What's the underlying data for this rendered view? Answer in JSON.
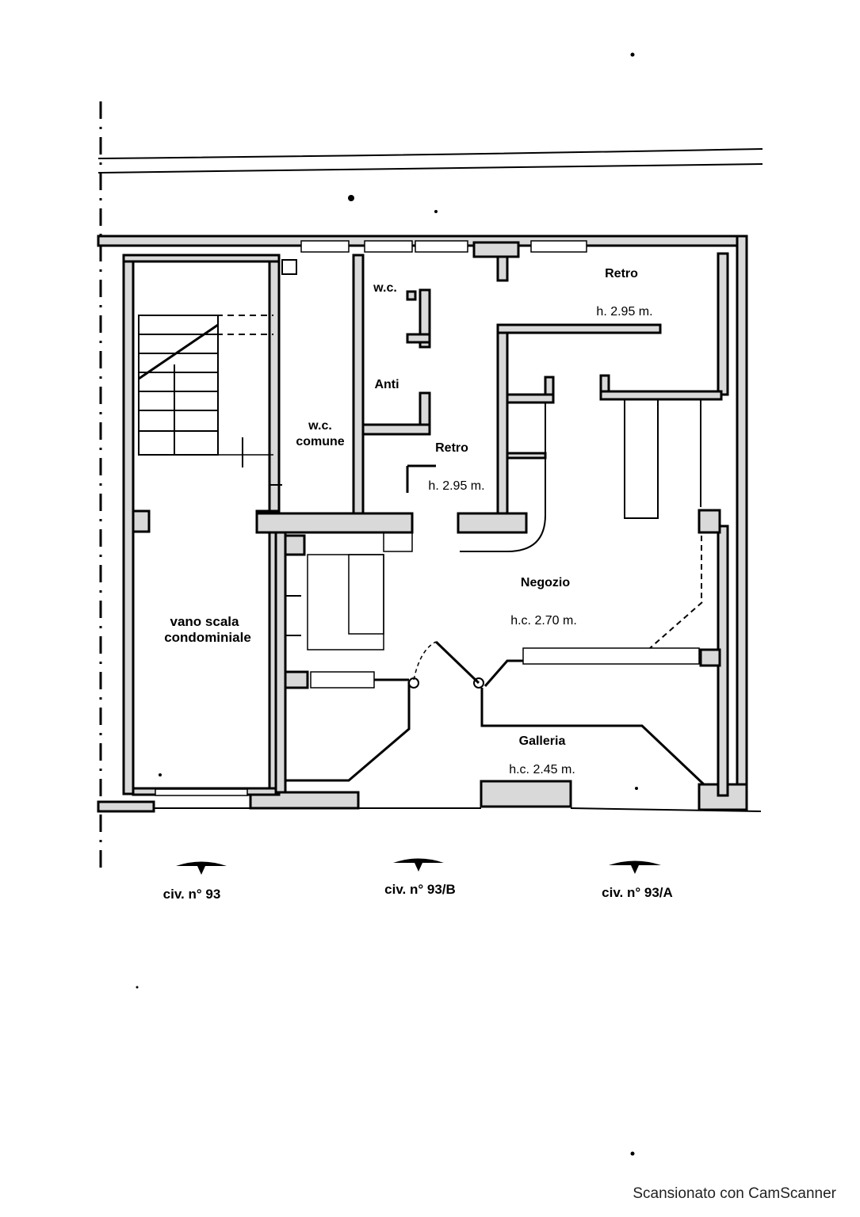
{
  "rooms": {
    "vano_scala": [
      "vano scala",
      "condominiale"
    ],
    "wc_comune": [
      "w.c.",
      "comune"
    ],
    "wc": "w.c.",
    "anti": "Anti",
    "retro_left": {
      "name": "Retro",
      "height": "h. 2.95 m."
    },
    "retro_top": {
      "name": "Retro",
      "height": "h. 2.95 m."
    },
    "negozio": {
      "name": "Negozio",
      "height": "h.c. 2.70 m."
    },
    "galleria": {
      "name": "Galleria",
      "height": "h.c. 2.45 m."
    }
  },
  "entrances": [
    {
      "label": "civ. n° 93"
    },
    {
      "label": "civ. n° 93/B"
    },
    {
      "label": "civ. n° 93/A"
    }
  ],
  "footer": {
    "scanner": "Scansionato con CamScanner"
  }
}
